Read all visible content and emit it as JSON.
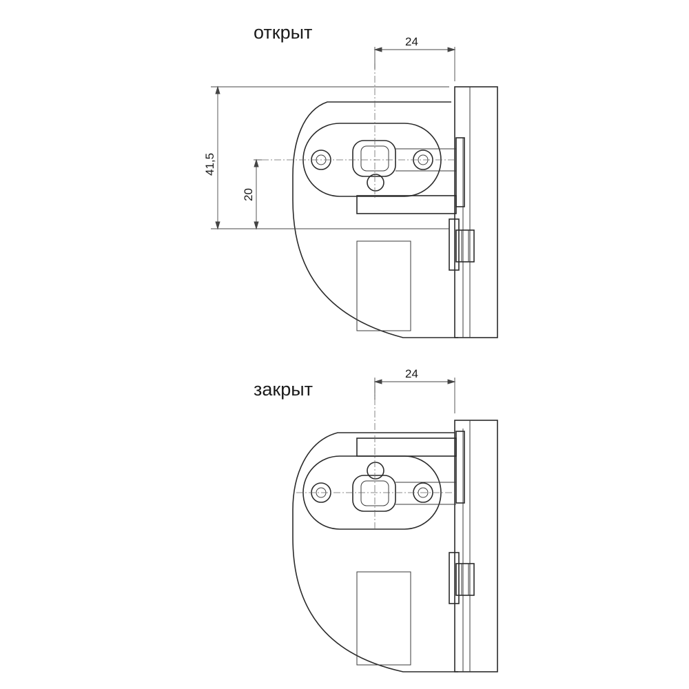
{
  "views": {
    "open": {
      "label": "открыт",
      "dim_horizontal": "24",
      "dim_height_total": "41,5",
      "dim_height_axis": "20"
    },
    "closed": {
      "label": "закрыт",
      "dim_horizontal": "24"
    }
  }
}
